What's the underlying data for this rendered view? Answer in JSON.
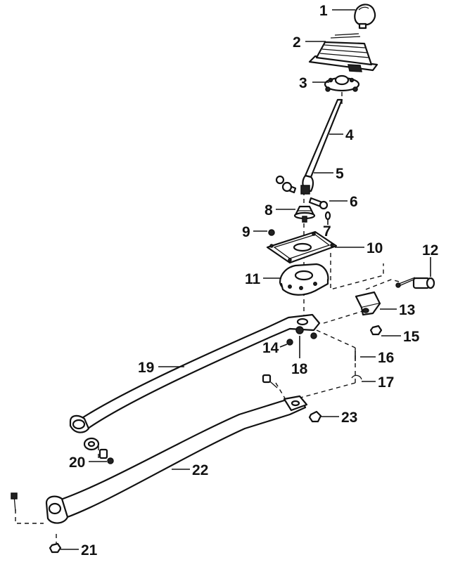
{
  "diagram": {
    "callouts": [
      {
        "id": "p1",
        "label": "1"
      },
      {
        "id": "p2",
        "label": "2"
      },
      {
        "id": "p3",
        "label": "3"
      },
      {
        "id": "p4",
        "label": "4"
      },
      {
        "id": "p5",
        "label": "5"
      },
      {
        "id": "p6",
        "label": "6"
      },
      {
        "id": "p7",
        "label": "7"
      },
      {
        "id": "p8",
        "label": "8"
      },
      {
        "id": "p9",
        "label": "9"
      },
      {
        "id": "p10",
        "label": "10"
      },
      {
        "id": "p11",
        "label": "11"
      },
      {
        "id": "p12",
        "label": "12"
      },
      {
        "id": "p13",
        "label": "13"
      },
      {
        "id": "p14",
        "label": "14"
      },
      {
        "id": "p15",
        "label": "15"
      },
      {
        "id": "p16",
        "label": "16"
      },
      {
        "id": "p17",
        "label": "17"
      },
      {
        "id": "p18",
        "label": "18"
      },
      {
        "id": "p19",
        "label": "19"
      },
      {
        "id": "p20",
        "label": "20"
      },
      {
        "id": "p21",
        "label": "21"
      },
      {
        "id": "p22",
        "label": "22"
      },
      {
        "id": "p23",
        "label": "23"
      }
    ]
  }
}
